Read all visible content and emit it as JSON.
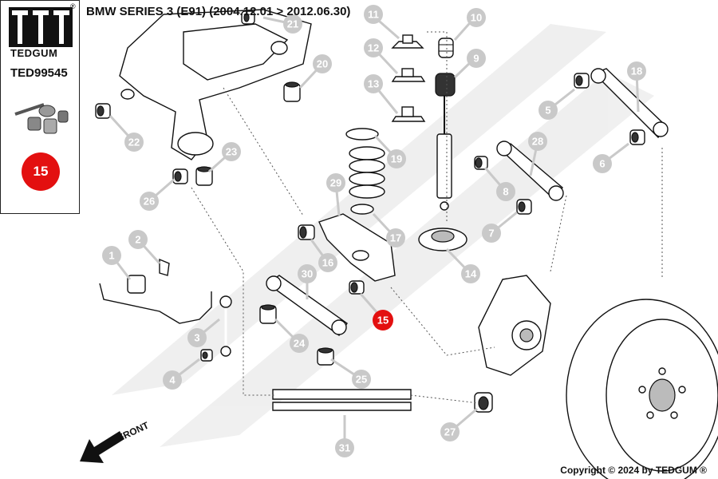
{
  "header": {
    "title": "BMW SERIES 3 (E91)  (2004.12.01 > 2012.06.30)"
  },
  "sidebar": {
    "brand": "TEDGUM",
    "registered_mark": "®",
    "part_number": "TED99545",
    "highlight_number": "15"
  },
  "diagram": {
    "front_label": "FRONT",
    "highlight_color": "#e31010",
    "callout_color": "#c9c9c9",
    "callouts": [
      {
        "label": "1",
        "highlight": false
      },
      {
        "label": "2",
        "highlight": false
      },
      {
        "label": "3",
        "highlight": false
      },
      {
        "label": "4",
        "highlight": false
      },
      {
        "label": "5",
        "highlight": false
      },
      {
        "label": "6",
        "highlight": false
      },
      {
        "label": "7",
        "highlight": false
      },
      {
        "label": "8",
        "highlight": false
      },
      {
        "label": "9",
        "highlight": false
      },
      {
        "label": "10",
        "highlight": false
      },
      {
        "label": "11",
        "highlight": false
      },
      {
        "label": "12",
        "highlight": false
      },
      {
        "label": "13",
        "highlight": false
      },
      {
        "label": "14",
        "highlight": false
      },
      {
        "label": "15",
        "highlight": true
      },
      {
        "label": "16",
        "highlight": false
      },
      {
        "label": "17",
        "highlight": false
      },
      {
        "label": "18",
        "highlight": false
      },
      {
        "label": "19",
        "highlight": false
      },
      {
        "label": "20",
        "highlight": false
      },
      {
        "label": "21",
        "highlight": false
      },
      {
        "label": "22",
        "highlight": false
      },
      {
        "label": "23",
        "highlight": false
      },
      {
        "label": "24",
        "highlight": false
      },
      {
        "label": "25",
        "highlight": false
      },
      {
        "label": "26",
        "highlight": false
      },
      {
        "label": "27",
        "highlight": false
      },
      {
        "label": "28",
        "highlight": false
      },
      {
        "label": "29",
        "highlight": false
      },
      {
        "label": "30",
        "highlight": false
      },
      {
        "label": "31",
        "highlight": false
      }
    ]
  },
  "footer": {
    "copyright": "Copyright © 2024 by TEDGUM ®"
  }
}
